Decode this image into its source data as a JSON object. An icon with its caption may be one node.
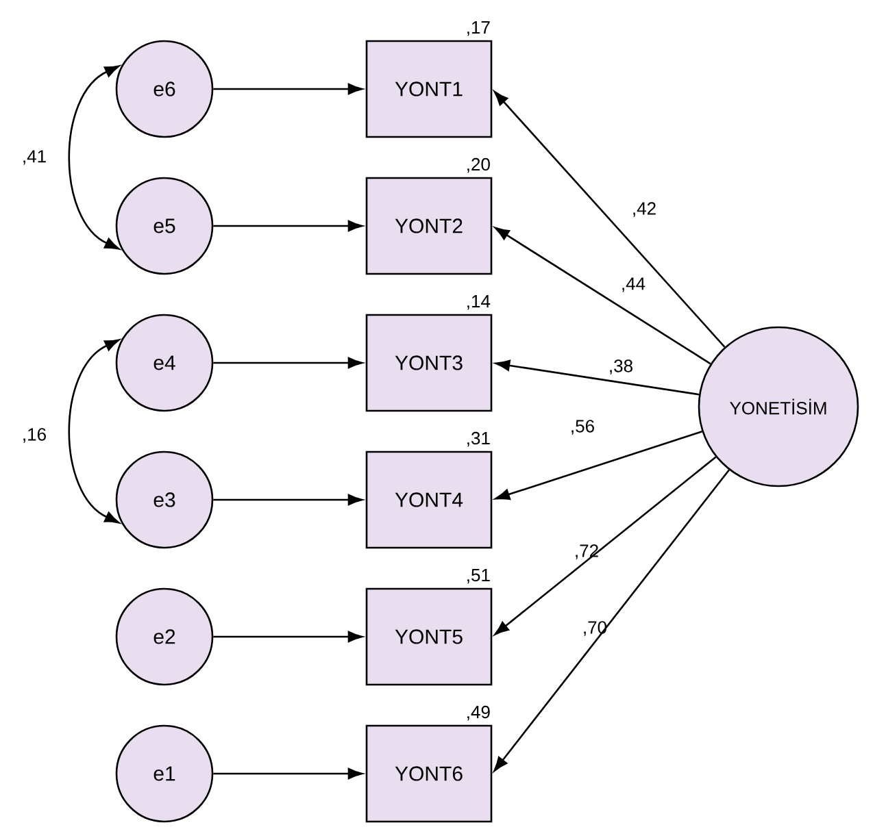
{
  "diagram": {
    "nodes": [
      {
        "text": [
          "e6"
        ]
      },
      {
        "text": [
          "YONT1"
        ],
        "beside": [
          ",17"
        ]
      },
      {
        "text": [
          "e5"
        ]
      },
      {
        "text": [
          "YONT2"
        ],
        "beside": [
          ",20"
        ]
      },
      {
        "text": [
          "e4"
        ]
      },
      {
        "text": [
          "YONT3"
        ],
        "beside": [
          ",14"
        ]
      },
      {
        "text": [
          "e3"
        ]
      },
      {
        "text": [
          "YONT4"
        ],
        "beside": [
          ",31"
        ]
      },
      {
        "text": [
          "e2"
        ]
      },
      {
        "text": [
          "YONT5"
        ],
        "beside": [
          ",51"
        ]
      },
      {
        "text": [
          "e1"
        ]
      },
      {
        "text": [
          "YONT6"
        ],
        "beside": [
          ",49"
        ]
      },
      {
        "text": [
          "YONETİSİM"
        ]
      }
    ],
    "edges": [
      {
        "from": 0,
        "to": 1,
        "arrow": "to"
      },
      {
        "from": 2,
        "to": 3,
        "arrow": "to"
      },
      {
        "from": 4,
        "to": 5,
        "arrow": "to"
      },
      {
        "from": 6,
        "to": 7,
        "arrow": "to"
      },
      {
        "from": 8,
        "to": 9,
        "arrow": "to"
      },
      {
        "from": 10,
        "to": 11,
        "arrow": "to"
      },
      {
        "from": 12,
        "to": 1,
        "arrow": "to",
        "label": ",42"
      },
      {
        "from": 12,
        "to": 3,
        "arrow": "to",
        "label": ",44"
      },
      {
        "from": 12,
        "to": 5,
        "arrow": "to",
        "label": ",38"
      },
      {
        "from": 12,
        "to": 7,
        "arrow": "to",
        "label": ",56"
      },
      {
        "from": 12,
        "to": 9,
        "arrow": "to",
        "label": ",72"
      },
      {
        "from": 12,
        "to": 11,
        "arrow": "to",
        "label": ",70"
      },
      {
        "from": 0,
        "to": 2,
        "arrow": "both",
        "label": ",41"
      },
      {
        "from": 4,
        "to": 6,
        "arrow": "both",
        "label": ",16"
      }
    ]
  }
}
